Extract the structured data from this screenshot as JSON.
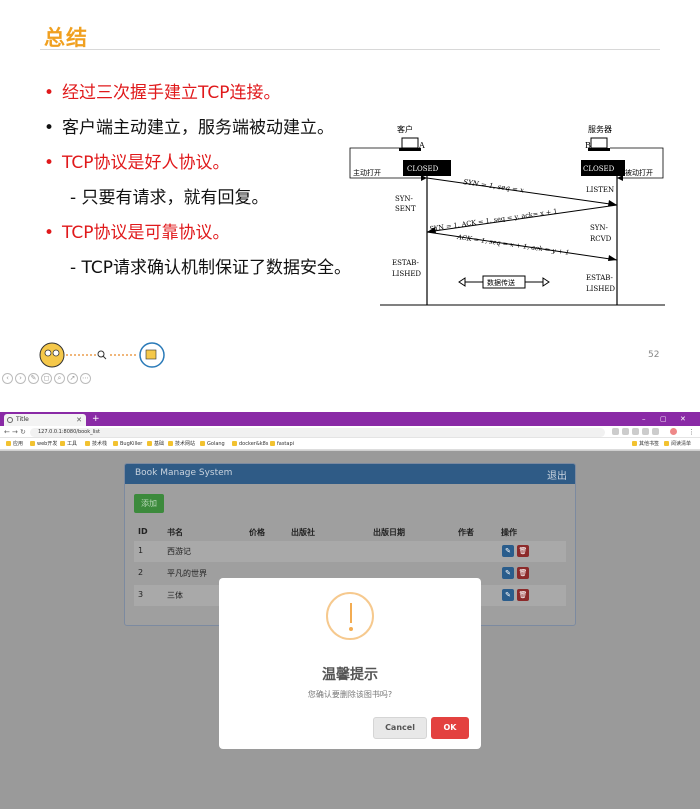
{
  "slide": {
    "title": "总结",
    "bullets": [
      {
        "text": "经过三次握手建立TCP连接。",
        "color": "#e0191b"
      },
      {
        "text": "客户端主动建立，服务端被动建立。",
        "color": "#111111"
      },
      {
        "text": "TCP协议是好人协议。",
        "color": "#e0191b"
      },
      {
        "text": "- 只要有请求，就有回复。",
        "sub": true
      },
      {
        "text": "TCP协议是可靠协议。",
        "color": "#e0191b"
      },
      {
        "text": "- TCP请求确认机制保证了数据安全。",
        "sub": true
      }
    ],
    "diagram": {
      "client_label": "客户",
      "server_label": "服务器",
      "client_letter": "A",
      "server_letter": "B",
      "closed": "CLOSED",
      "active_open": "主动打开",
      "passive_open": "被动打开",
      "listen": "LISTEN",
      "syn_sent_1": "SYN-",
      "syn_sent_2": "SENT",
      "syn_rcvd_1": "SYN-",
      "syn_rcvd_2": "RCVD",
      "estab_1": "ESTAB-",
      "estab_2": "LISHED",
      "msg1": "SYN = 1, seq = x",
      "msg2": "SYN = 1, ACK = 1, seq = y, ack= x + 1",
      "msg3": "ACK = 1, seq = x + 1, ack = y + 1",
      "data_transfer": "数据传送"
    },
    "page_number": "52"
  },
  "browser": {
    "tab_title": "Title",
    "url": "127.0.0.1:8080/book_list",
    "bookmarks": [
      "应用",
      "web开发",
      "工具",
      "技术栈",
      "BugKiller",
      "基础",
      "技术网站",
      "Golang",
      "docker&k8s",
      "fastapi"
    ],
    "bookmarks_right": [
      "其他书签",
      "阅读清单"
    ],
    "window_controls": [
      "–",
      "▢",
      "✕"
    ]
  },
  "app": {
    "title": "Book Manage System",
    "logout": "退出",
    "add_label": "添加",
    "columns": [
      "ID",
      "书名",
      "价格",
      "出版社",
      "出版日期",
      "作者",
      "操作"
    ],
    "rows": [
      {
        "id": "1",
        "name": "西游记"
      },
      {
        "id": "2",
        "name": "平凡的世界"
      },
      {
        "id": "3",
        "name": "三体"
      }
    ]
  },
  "modal": {
    "icon": "warning-icon",
    "title": "温馨提示",
    "text": "您确认要删除该图书吗?",
    "cancel_label": "Cancel",
    "ok_label": "OK",
    "ok_color": "#e3413f"
  }
}
